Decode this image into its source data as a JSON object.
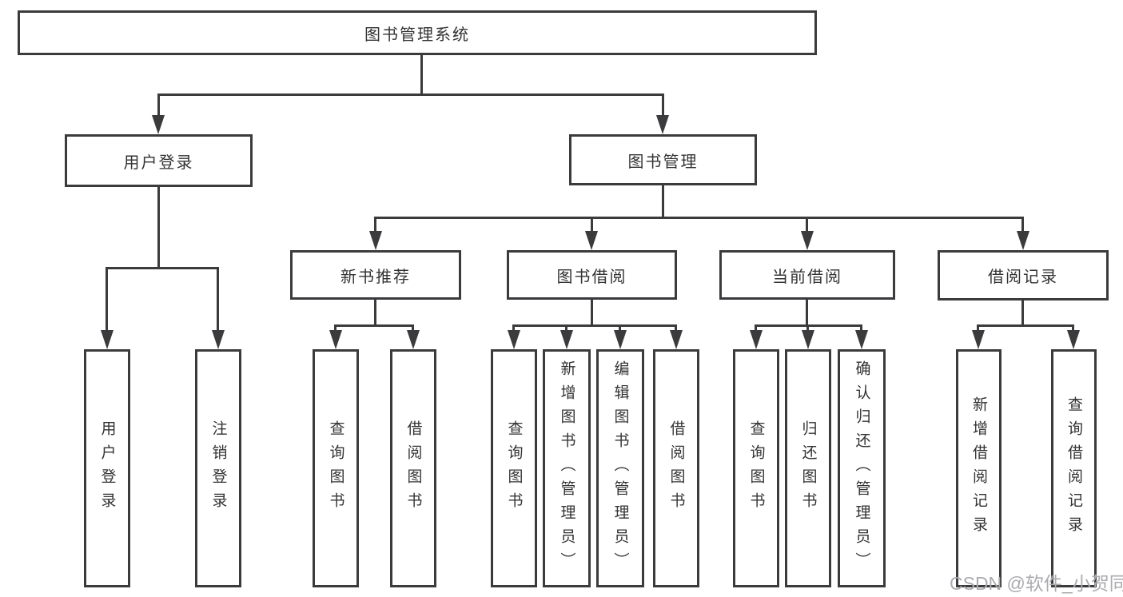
{
  "diagram": {
    "title": "图书管理系统",
    "level2": [
      {
        "label": "用户登录"
      },
      {
        "label": "图书管理"
      }
    ],
    "level3": [
      {
        "label": "新书推荐",
        "parent": "图书管理"
      },
      {
        "label": "图书借阅",
        "parent": "图书管理"
      },
      {
        "label": "当前借阅",
        "parent": "图书管理"
      },
      {
        "label": "借阅记录",
        "parent": "图书管理"
      }
    ],
    "leaves": {
      "userLogin": [
        "用户登录",
        "注销登录"
      ],
      "newBookRecommend": [
        "查询图书",
        "借阅图书"
      ],
      "bookBorrow": [
        "查询图书",
        "新增图书（管理员）",
        "编辑图书（管理员）",
        "借阅图书"
      ],
      "currentBorrow": [
        "查询图书",
        "归还图书",
        "确认归还（管理员）"
      ],
      "borrowRecords": [
        "新增借阅记录",
        "查询借阅记录"
      ]
    }
  },
  "watermark": "CSDN @软件_小贺同学",
  "colors": {
    "line": "#3b3b3d",
    "text": "#333333",
    "watermark": "#ababaf",
    "background": "#ffffff"
  }
}
